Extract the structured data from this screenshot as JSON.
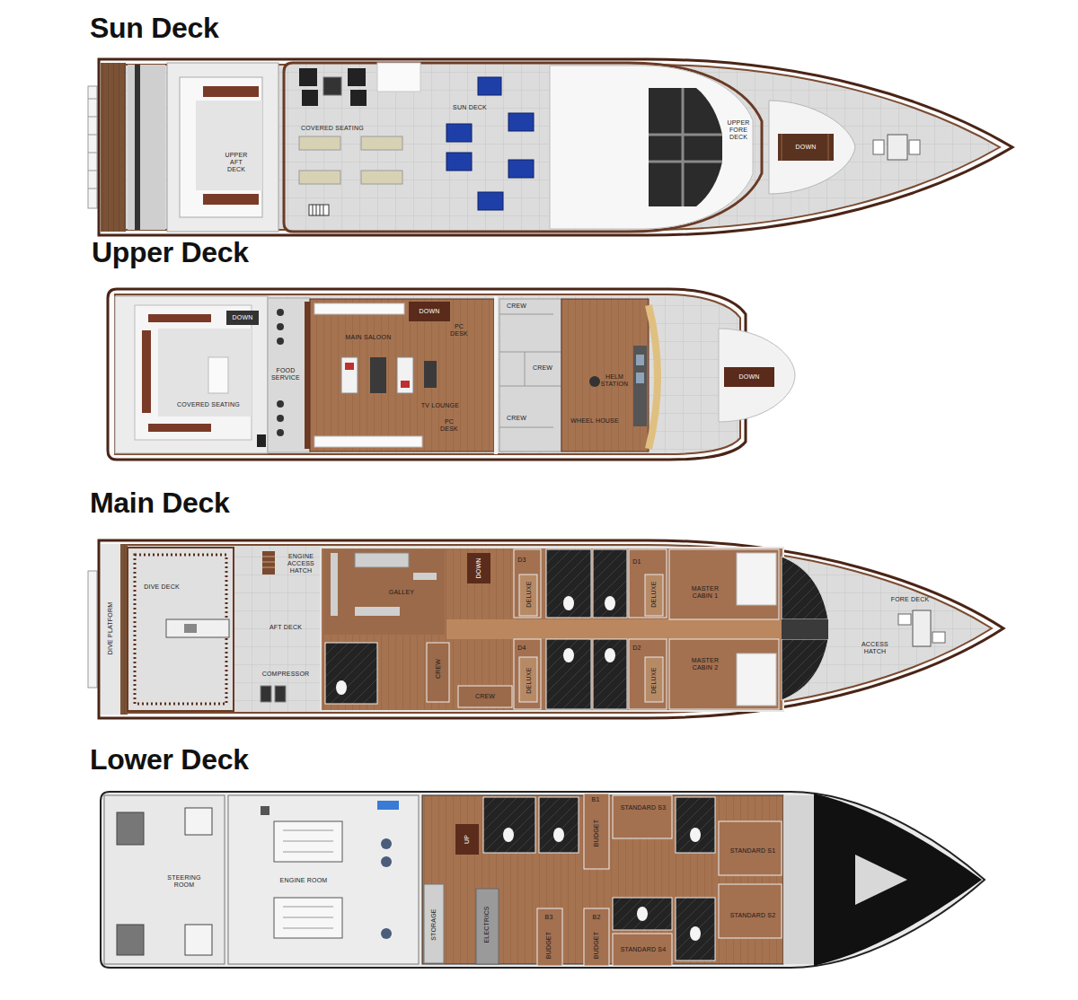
{
  "diagram": {
    "nodes": [
      {
        "text": [
          "Sun Deck"
        ]
      },
      {
        "text": [
          "UPPER AFT DECK"
        ],
        "in": 0
      },
      {
        "text": [
          "COVERED SEATING"
        ],
        "in": 0
      },
      {
        "text": [
          "SUN DECK"
        ],
        "in": 0
      },
      {
        "text": [
          "UPPER FORE DECK"
        ],
        "in": 0
      },
      {
        "text": [
          "Upper Deck"
        ]
      },
      {
        "text": [
          "COVERED SEATING"
        ],
        "in": 5
      },
      {
        "text": [
          "FOOD SERVICE"
        ],
        "in": 5
      },
      {
        "text": [
          "MAIN SALOON"
        ],
        "in": 5
      },
      {
        "text": [
          "CREW"
        ],
        "in": 5
      },
      {
        "text": [
          "CREW"
        ],
        "in": 5
      },
      {
        "text": [
          "CREW"
        ],
        "in": 5
      },
      {
        "text": [
          "HELM STATION",
          "WHEEL HOUSE"
        ],
        "in": 5
      },
      {
        "text": [
          "Main Deck"
        ]
      },
      {
        "text": [
          "DIVE DECK"
        ],
        "in": 13
      },
      {
        "text": [
          "AFT DECK"
        ],
        "in": 13
      },
      {
        "text": [
          "GALLEY"
        ],
        "in": 13
      },
      {
        "text": [
          "D3",
          "DELUXE"
        ],
        "in": 13
      },
      {
        "text": [
          "D1",
          "DELUXE"
        ],
        "in": 13
      },
      {
        "text": [
          "MASTER CABIN 1"
        ],
        "in": 13
      },
      {
        "text": [
          "CREW"
        ],
        "in": 13
      },
      {
        "text": [
          "CREW"
        ],
        "in": 13
      },
      {
        "text": [
          "D4",
          "DELUXE"
        ],
        "in": 13
      },
      {
        "text": [
          "D2",
          "DELUXE"
        ],
        "in": 13
      },
      {
        "text": [
          "MASTER CABIN 2"
        ],
        "in": 13
      },
      {
        "text": [
          "FORE DECK"
        ],
        "in": 13
      },
      {
        "text": [
          "Lower Deck"
        ]
      },
      {
        "text": [
          "STEERING ROOM"
        ],
        "in": 26
      },
      {
        "text": [
          "ENGINE ROOM"
        ],
        "in": 26
      },
      {
        "text": [
          "STORAGE"
        ],
        "in": 26
      },
      {
        "text": [
          "ELECTRICS"
        ],
        "in": 26
      },
      {
        "text": [
          "B1",
          "BUDGET"
        ],
        "in": 26
      },
      {
        "text": [
          "STANDARD S3"
        ],
        "in": 26
      },
      {
        "text": [
          "STANDARD S1"
        ],
        "in": 26
      },
      {
        "text": [
          "STANDARD S2"
        ],
        "in": 26
      },
      {
        "text": [
          "B3",
          "BUDGET"
        ],
        "in": 26
      },
      {
        "text": [
          "B2",
          "BUDGET"
        ],
        "in": 26
      },
      {
        "text": [
          "STANDARD S4"
        ],
        "in": 26
      }
    ],
    "labels": [
      "DOWN",
      "DOWN",
      "DOWN",
      "PC DESK",
      "TV LOUNGE",
      "PC DESK",
      "DOWN",
      "DIVE PLATFORM",
      "ENGINE ACCESS HATCH",
      "COMPRESSOR",
      "DOWN",
      "ACCESS HATCH",
      "UP"
    ]
  }
}
